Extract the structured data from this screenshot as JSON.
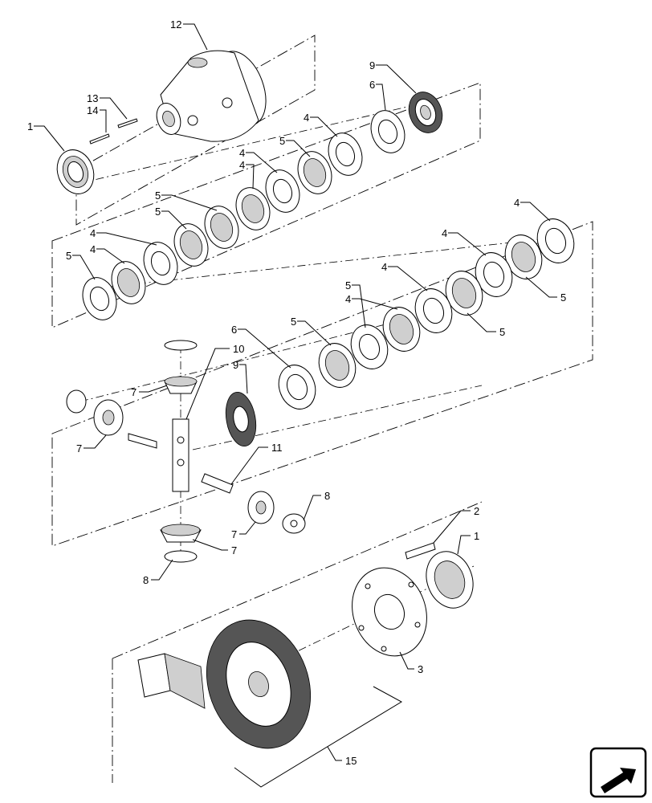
{
  "callouts": {
    "c12": "12",
    "c13": "13",
    "c14": "14",
    "c1a": "1",
    "c9a": "9",
    "c6a": "6",
    "c4a": "4",
    "c5a": "5",
    "c4b": "4",
    "c4c": "4",
    "c5b": "5",
    "c5c": "5",
    "c4d": "4",
    "c4e": "4",
    "c5d": "5",
    "c4f": "4",
    "c4g": "4",
    "c5e": "5",
    "c4h": "4",
    "c5f": "5",
    "c4i": "4",
    "c5g": "5",
    "c5h": "5",
    "c6b": "6",
    "c10": "10",
    "c9b": "9",
    "c7a": "7",
    "c7b": "7",
    "c11": "11",
    "c8a": "8",
    "c7c": "7",
    "c7d": "7",
    "c8b": "8",
    "c2": "2",
    "c1b": "1",
    "c3": "3",
    "c15": "15"
  },
  "icons": {
    "nav": "next-page-arrow-icon"
  }
}
